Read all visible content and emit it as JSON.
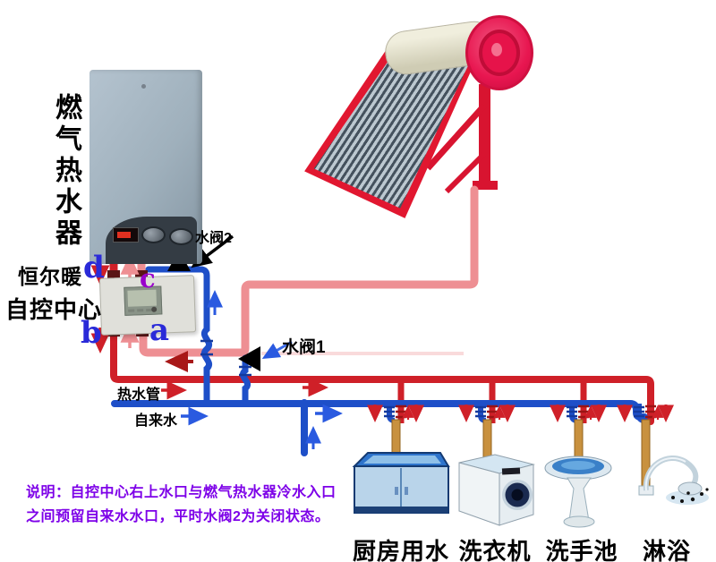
{
  "colors": {
    "hot": "#cf2028",
    "warm": "#ee8f93",
    "cold": "#1e4fc8",
    "darkred": "#a81818",
    "tan": "#c8913f",
    "note": "#7d00e8",
    "letterblue": "#2a2ad8",
    "letterpurple": "#9900cc"
  },
  "gas_heater": {
    "label": "燃气热水器"
  },
  "control_center": {
    "title_line1": "恒尔暖",
    "title_line2": "自控中心",
    "port_a": "a",
    "port_b": "b",
    "port_c": "c",
    "port_d": "d"
  },
  "valves": {
    "valve1_label": "水阀1",
    "valve2_label": "水阀2"
  },
  "pipe_labels": {
    "hot_pipe": "热水管",
    "tap_water": "自来水"
  },
  "note": {
    "line1": "说明：自控中心右上水口与燃气热水器冷水入口",
    "line2": "之间预留自来水水口，平时水阀2为关闭状态。"
  },
  "fixtures": [
    {
      "label": "厨房用水"
    },
    {
      "label": "洗衣机"
    },
    {
      "label": "洗手池"
    },
    {
      "label": "淋浴"
    }
  ]
}
